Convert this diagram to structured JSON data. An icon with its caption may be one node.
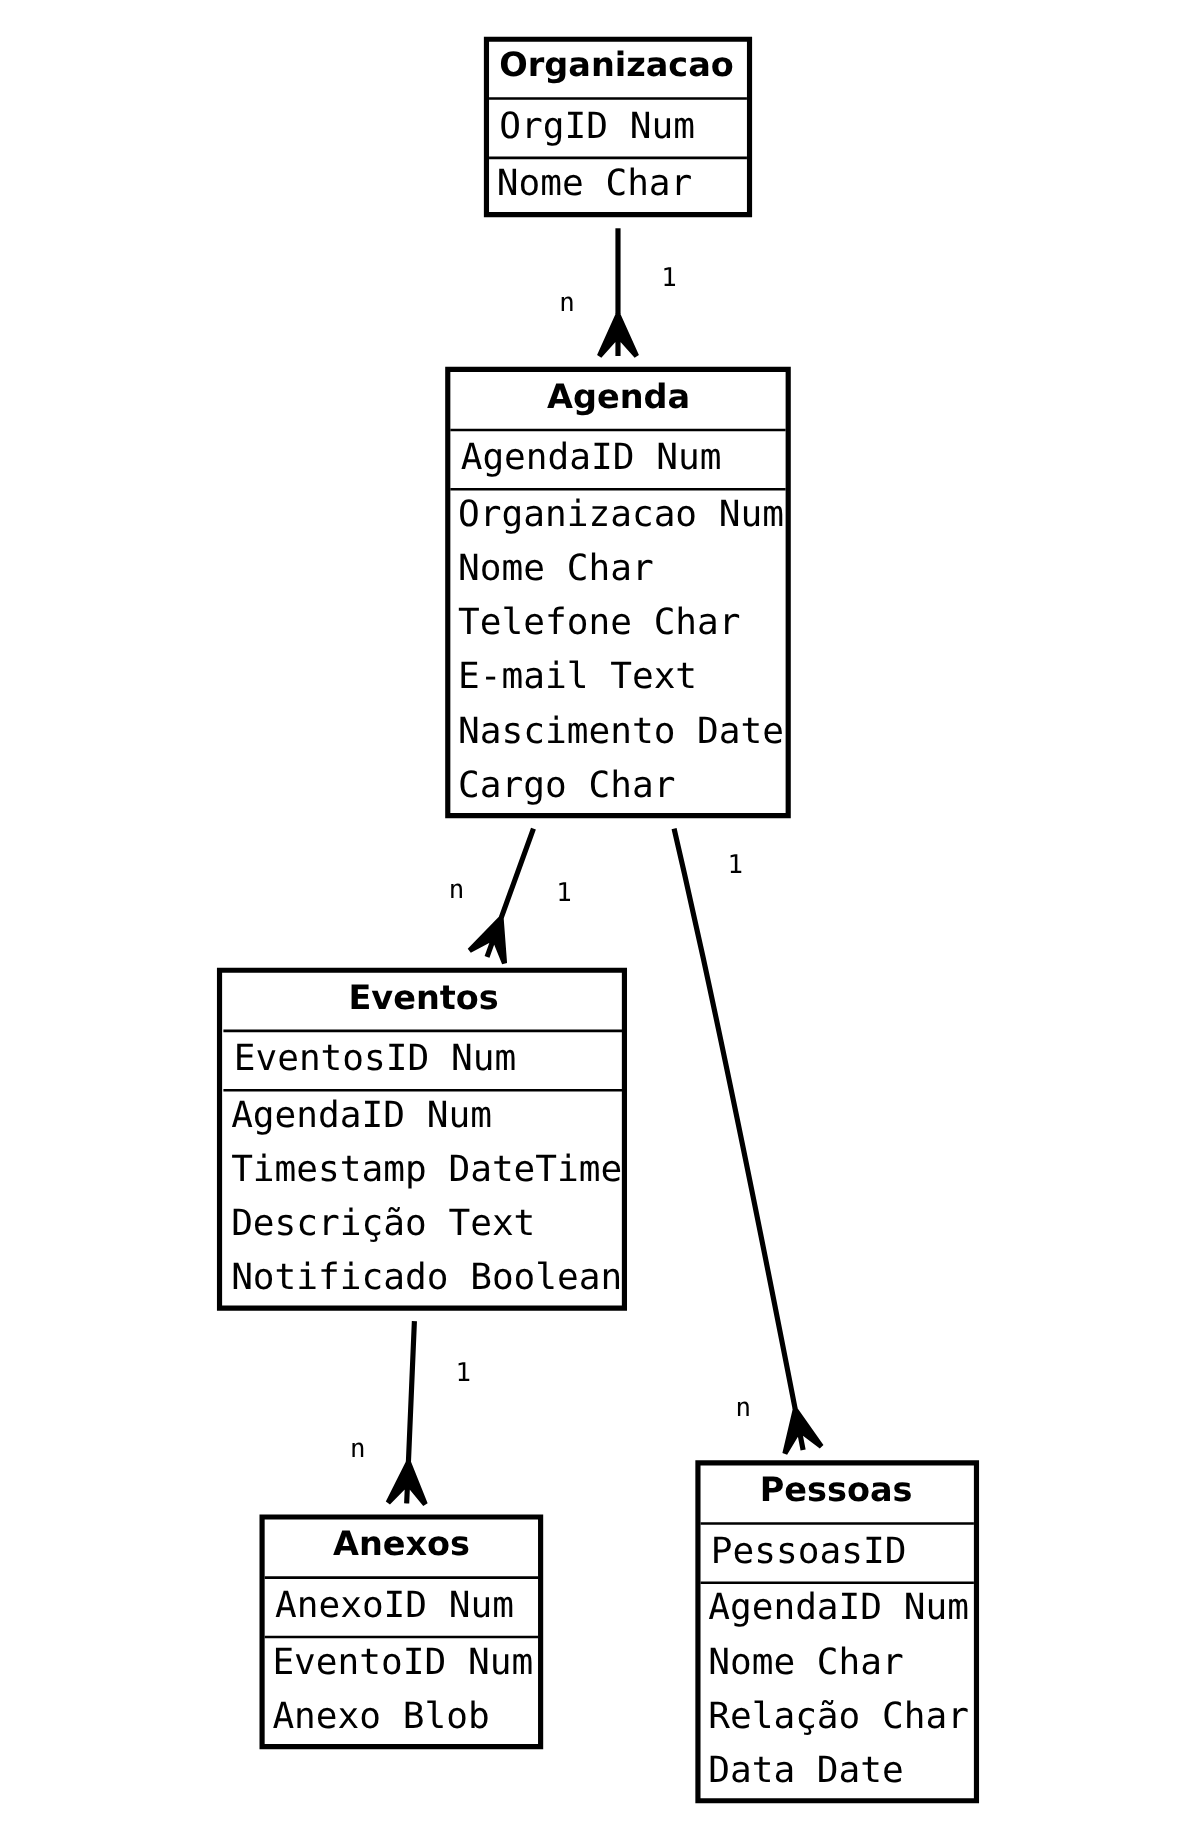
{
  "diagram": {
    "nodes": [
      {
        "text": [
          "Organizacao",
          "OrgID Num",
          "Nome Char"
        ]
      },
      {
        "text": [
          "Agenda",
          "AgendaID Num",
          "Organizacao Num",
          "Nome Char",
          "Telefone Char",
          "E-mail Text",
          "Nascimento Date",
          "Cargo Char"
        ]
      },
      {
        "text": [
          "Eventos",
          "EventosID Num",
          "AgendaID Num",
          "Timestamp DateTime",
          "Descrição Text",
          "Notificado Boolean"
        ]
      },
      {
        "text": [
          "Pessoas",
          "PessoasID",
          "AgendaID Num",
          "Nome Char",
          "Relação Char",
          "Data Date"
        ]
      },
      {
        "text": [
          "Anexos",
          "AnexoID Num",
          "EventoID Num",
          "Anexo Blob"
        ]
      }
    ],
    "edges": [
      {
        "from": 0,
        "to": 1,
        "arrow": "other"
      },
      {
        "from": 1,
        "to": 2,
        "arrow": "other"
      },
      {
        "from": 1,
        "to": 3,
        "arrow": "other"
      },
      {
        "from": 2,
        "to": 4,
        "arrow": "other"
      }
    ],
    "labels": [
      "1",
      "n",
      "1",
      "n",
      "1",
      "n",
      "1",
      "n"
    ]
  }
}
